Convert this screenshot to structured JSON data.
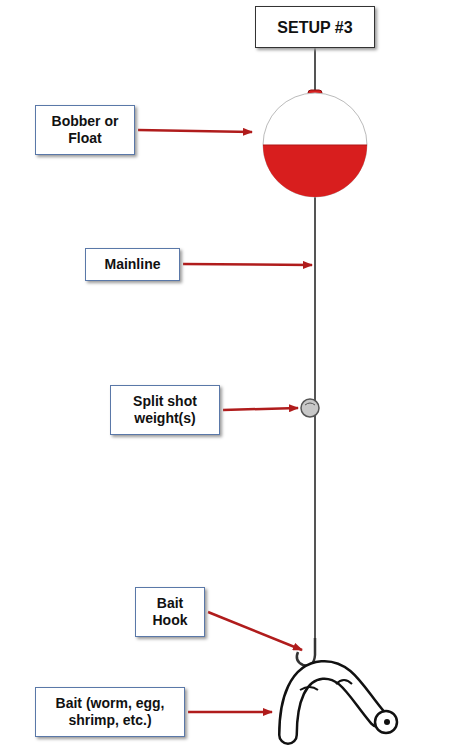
{
  "diagram": {
    "title": "SETUP #3",
    "nodes": [
      {
        "text": [
          "Bobber or Float"
        ]
      },
      {
        "text": [
          "Mainline"
        ]
      },
      {
        "text": [
          "Split shot weight(s)"
        ]
      },
      {
        "text": [
          "Bait Hook"
        ]
      },
      {
        "text": [
          "Bait (worm, egg, shrimp, etc.)"
        ]
      }
    ]
  }
}
